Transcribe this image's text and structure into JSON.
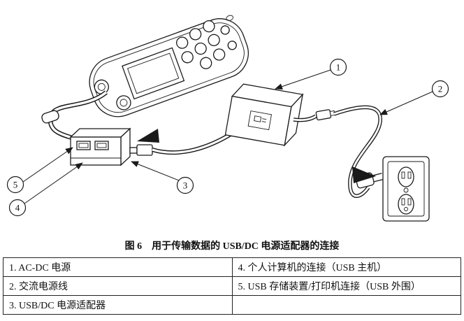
{
  "figure": {
    "caption": "图 6　用于传输数据的 USB/DC 电源适配器的连接",
    "callouts": {
      "c1": "1",
      "c2": "2",
      "c3": "3",
      "c4": "4",
      "c5": "5"
    }
  },
  "legend": {
    "rows": [
      {
        "left": "1.  AC-DC 电源",
        "right": "4.  个人计算机的连接（USB 主机）"
      },
      {
        "left": "2.  交流电源线",
        "right": "5.  USB 存储装置/打印机连接（USB 外围）"
      },
      {
        "left": "3.  USB/DC 电源适配器",
        "right": ""
      }
    ]
  }
}
